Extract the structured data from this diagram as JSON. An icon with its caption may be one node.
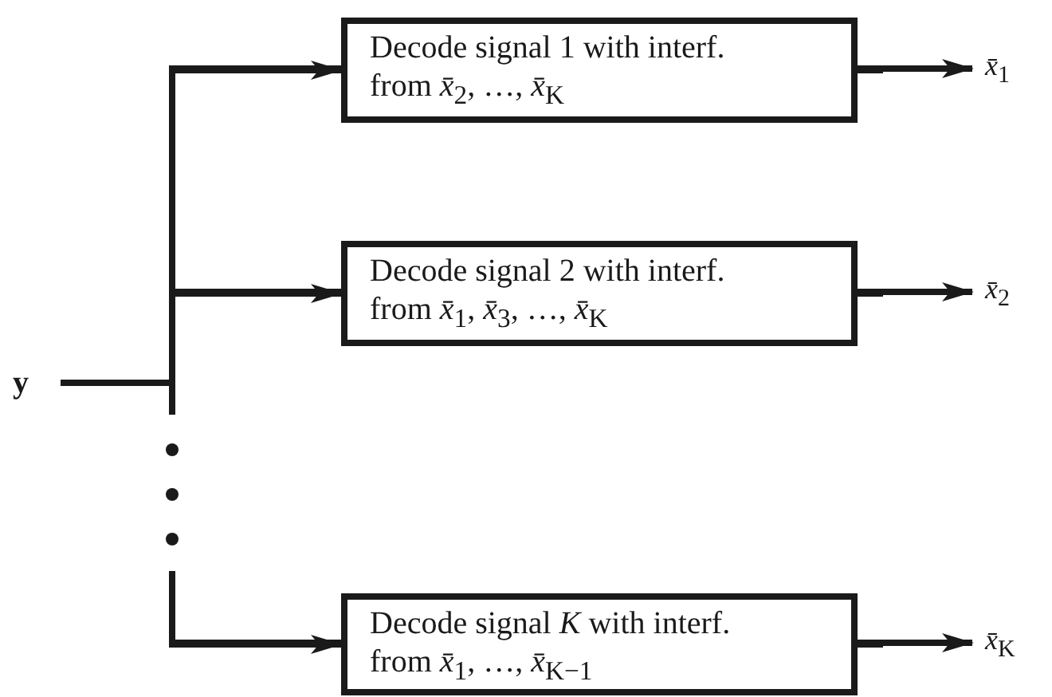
{
  "diagram": {
    "nodes": [
      {
        "text": [
          "y"
        ]
      },
      {
        "text": [
          "Decode signal 1 with interf. from *x̄*$_{2}$, …, *x̄*$_{K}$"
        ]
      },
      {
        "text": [
          "Decode signal 2 with interf. from *x̄*$_{1}$, *x̄*$_{3}$, …, *x̄*$_{K}$"
        ]
      },
      {
        "text": [
          "Decode signal *K* with interf. from *x̄*$_{1}$, …, *x̄*$_{K−1}$"
        ]
      },
      {
        "text": [
          "*x̄*$_{1}$"
        ]
      },
      {
        "text": [
          "*x̄*$_{2}$"
        ]
      },
      {
        "text": [
          "*x̄*$_{K}$"
        ]
      }
    ],
    "edges": [
      {
        "from": 0,
        "to": 1,
        "arrow": "to"
      },
      {
        "from": 0,
        "to": 2,
        "arrow": "to"
      },
      {
        "from": 0,
        "to": 3,
        "arrow": "to"
      },
      {
        "from": 1,
        "to": 4,
        "arrow": "to"
      },
      {
        "from": 2,
        "to": 5,
        "arrow": "to"
      },
      {
        "from": 3,
        "to": 6,
        "arrow": "to"
      }
    ]
  }
}
